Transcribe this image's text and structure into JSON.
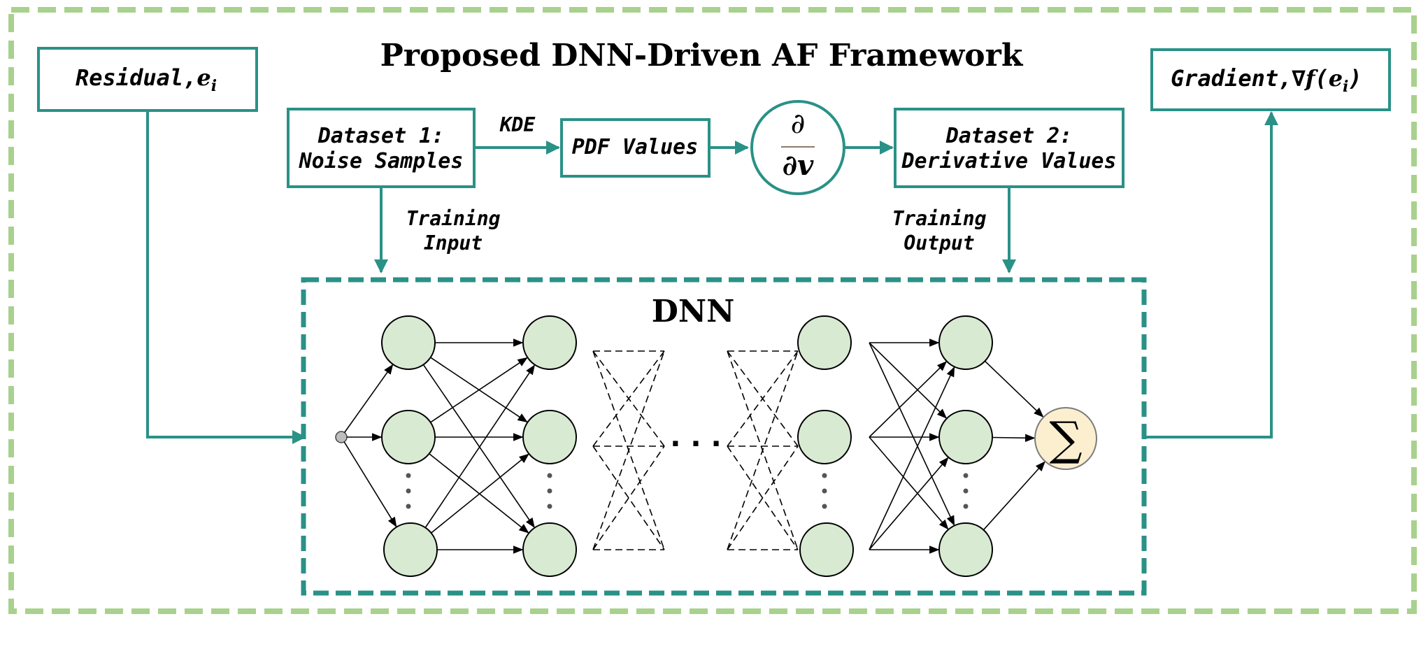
{
  "title": "Proposed DNN-Driven AF Framework",
  "residual": {
    "label": "Residual,",
    "var": "e",
    "sub": "i"
  },
  "gradient": {
    "label": "Gradient,",
    "nabla": "∇",
    "f": "f",
    "open": "(",
    "var": "e",
    "sub": "i",
    "close": ")"
  },
  "dataset1": {
    "line1": "Dataset 1:",
    "line2": "Noise Samples"
  },
  "kde_label": "KDE",
  "pdf_box": "PDF Values",
  "derivative": {
    "numerator": "∂",
    "denominator": "∂v"
  },
  "dataset2": {
    "line1": "Dataset 2:",
    "line2": "Derivative Values"
  },
  "training_input": {
    "line1": "Training",
    "line2": "Input"
  },
  "training_output": {
    "line1": "Training",
    "line2": "Output"
  },
  "dnn_title": "DNN",
  "ellipsis": "· · ·",
  "sum_symbol": "∑",
  "colors": {
    "outer_frame": "#a9d18e",
    "teal": "#2a9187",
    "neuron_fill": "#d9ead3",
    "sum_fill": "#fbefcf"
  }
}
